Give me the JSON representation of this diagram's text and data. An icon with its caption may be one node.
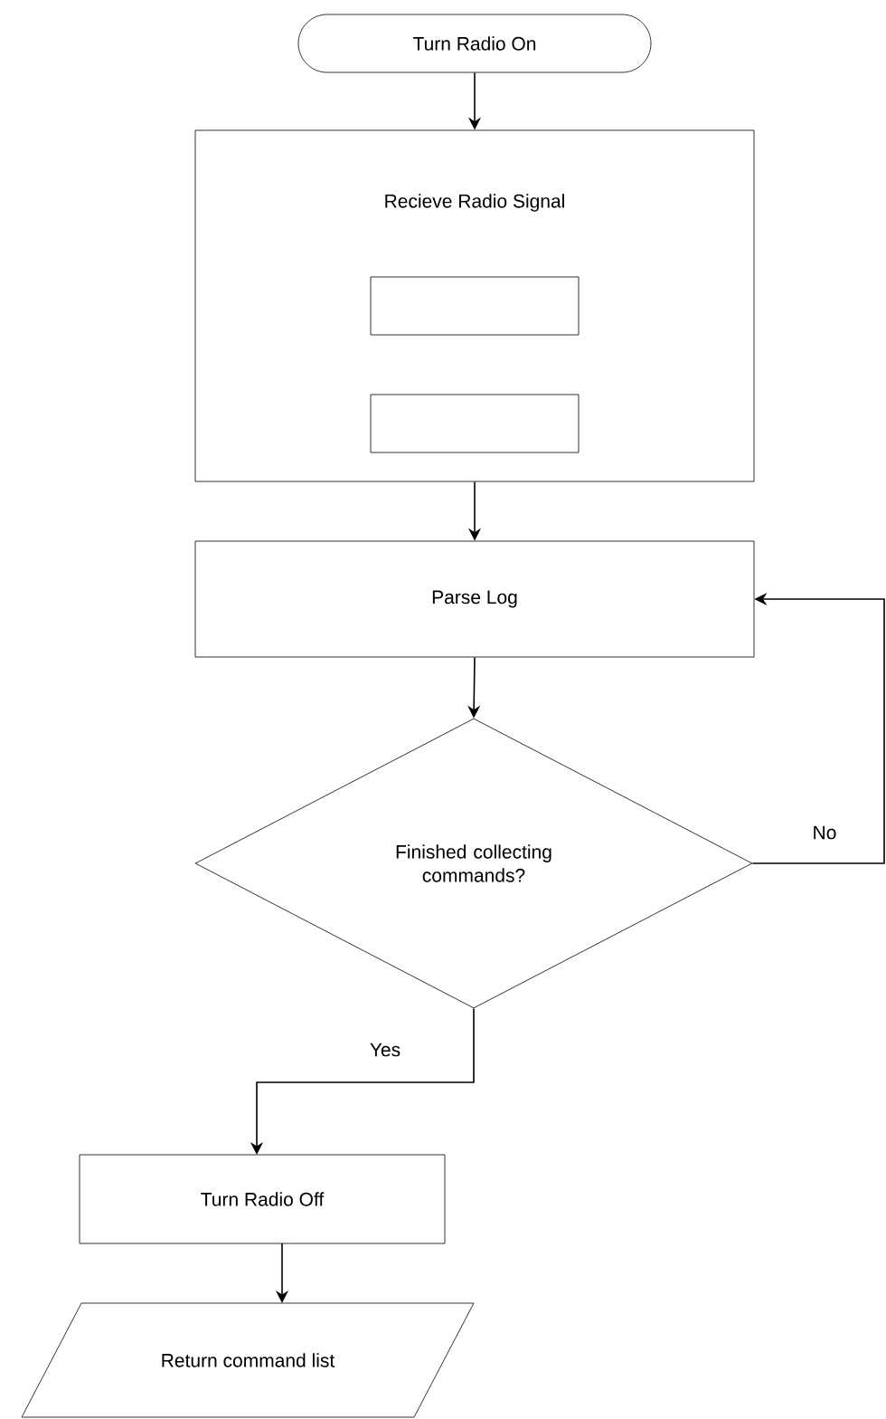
{
  "diagram": {
    "nodes": [
      {
        "text": [
          "Turn Radio On"
        ]
      },
      {
        "text": [
          "Recieve Radio Signal"
        ]
      },
      {
        "text": [],
        "shape": "box",
        "in": 1
      },
      {
        "text": [],
        "shape": "box",
        "in": 1
      },
      {
        "text": [
          "Parse Log"
        ]
      },
      {
        "text": [
          "Finished collecting commands?"
        ]
      },
      {
        "text": [
          "Turn Radio Off"
        ]
      },
      {
        "text": [
          "Return command list"
        ]
      }
    ],
    "edges": [
      {
        "from": 0,
        "to": 1,
        "arrow": "to"
      },
      {
        "from": 1,
        "to": 4,
        "arrow": "to"
      },
      {
        "from": 4,
        "to": 5,
        "arrow": "to"
      },
      {
        "from": 5,
        "to": 4,
        "arrow": "to",
        "label": "No"
      },
      {
        "from": 5,
        "to": 6,
        "arrow": "to",
        "label": "Yes"
      },
      {
        "from": 6,
        "to": 7,
        "arrow": "to"
      }
    ]
  }
}
